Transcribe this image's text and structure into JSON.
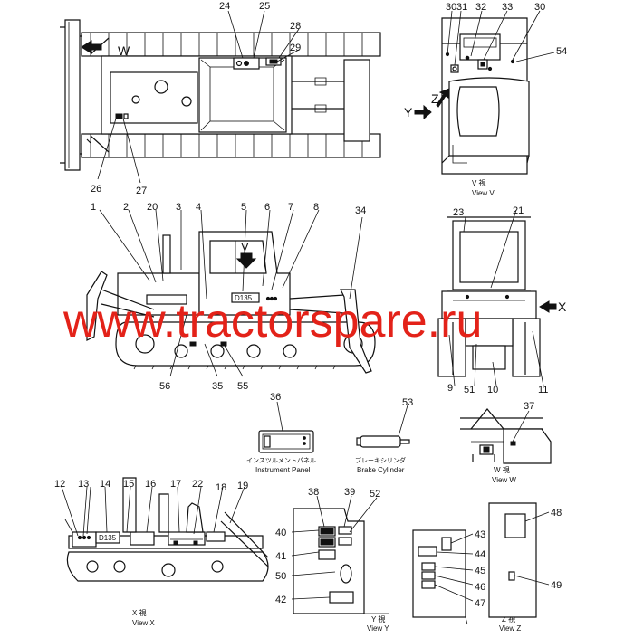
{
  "watermark": "www.tractorspare.ru",
  "views": {
    "view_v": {
      "jp": "V 視",
      "en": "View V"
    },
    "view_w": {
      "jp": "W 視",
      "en": "View W"
    },
    "view_x": {
      "jp": "X 視",
      "en": "View X"
    },
    "view_y": {
      "jp": "Y 視",
      "en": "View Y"
    },
    "view_z": {
      "jp": "Z 視",
      "en": "View Z"
    }
  },
  "parts": {
    "instrument_panel": {
      "jp": "インスツルメントパネル",
      "en": "Instrument Panel"
    },
    "brake_cylinder": {
      "jp": "ブレーキシリンダ",
      "en": "Brake Cylinder"
    }
  },
  "model_plate": "D135",
  "arrows": {
    "v": "V",
    "w": "W",
    "x": "X",
    "y": "Y",
    "z": "Z"
  },
  "callouts": {
    "n1": "1",
    "n2": "2",
    "n3": "3",
    "n4": "4",
    "n5": "5",
    "n6": "6",
    "n7": "7",
    "n8": "8",
    "n9": "9",
    "n10": "10",
    "n11": "11",
    "n12": "12",
    "n13": "13",
    "n14": "14",
    "n15": "15",
    "n16": "16",
    "n17": "17",
    "n18": "18",
    "n19": "19",
    "n20": "20",
    "n21": "21",
    "n22": "22",
    "n23": "23",
    "n24": "24",
    "n25": "25",
    "n26": "26",
    "n27": "27",
    "n28": "28",
    "n29": "29",
    "n30a": "30",
    "n30b": "30",
    "n31": "31",
    "n32": "32",
    "n33": "33",
    "n34": "34",
    "n35": "35",
    "n36": "36",
    "n37": "37",
    "n38": "38",
    "n39": "39",
    "n40": "40",
    "n41": "41",
    "n42": "42",
    "n43": "43",
    "n44": "44",
    "n45": "45",
    "n46": "46",
    "n47": "47",
    "n48": "48",
    "n49": "49",
    "n50": "50",
    "n51": "51",
    "n52": "52",
    "n53": "53",
    "n54": "54",
    "n55": "55",
    "n56": "56"
  }
}
